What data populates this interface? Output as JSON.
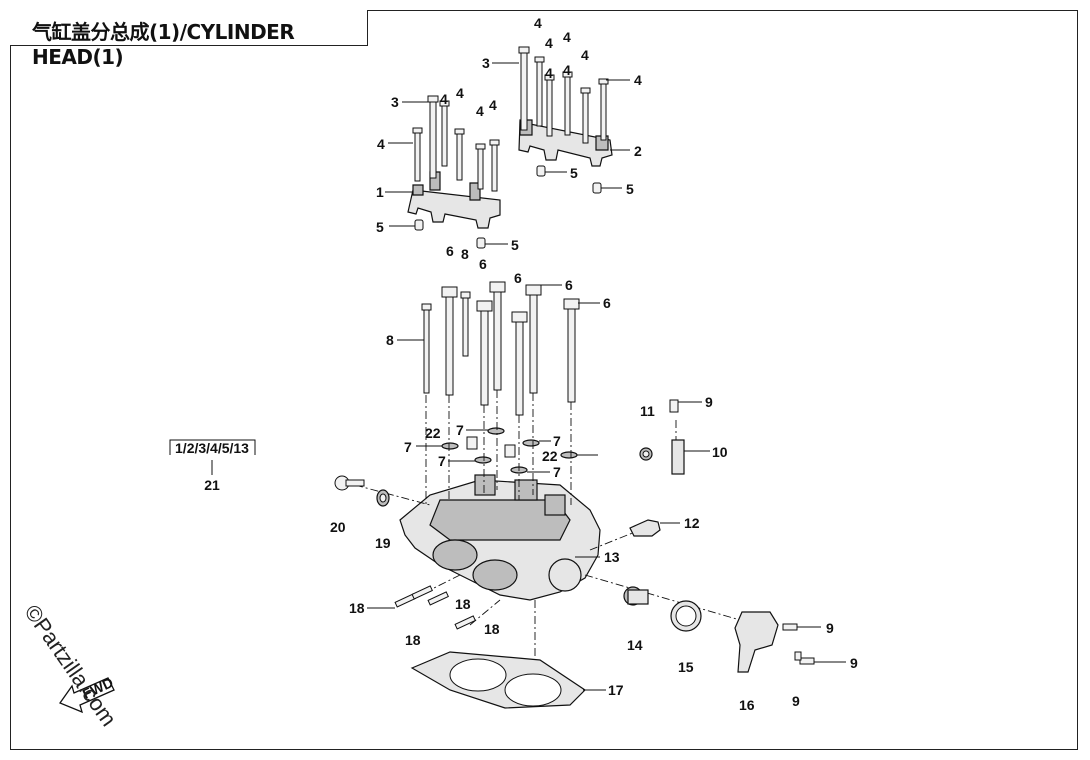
{
  "title": "气缸盖分总成(1)/CYLINDER HEAD(1)",
  "watermark": "©Partzilla.com",
  "fwd_label": "FWD",
  "kit": {
    "parts": "1/2/3/4/5/13",
    "number": "21"
  },
  "callouts": [
    {
      "n": "1"
    },
    {
      "n": "2"
    },
    {
      "n": "3"
    },
    {
      "n": "3"
    },
    {
      "n": "4"
    },
    {
      "n": "4"
    },
    {
      "n": "4"
    },
    {
      "n": "4"
    },
    {
      "n": "4"
    },
    {
      "n": "4"
    },
    {
      "n": "4"
    },
    {
      "n": "4"
    },
    {
      "n": "4"
    },
    {
      "n": "4"
    },
    {
      "n": "4"
    },
    {
      "n": "4"
    },
    {
      "n": "5"
    },
    {
      "n": "5"
    },
    {
      "n": "5"
    },
    {
      "n": "5"
    },
    {
      "n": "6"
    },
    {
      "n": "6"
    },
    {
      "n": "6"
    },
    {
      "n": "6"
    },
    {
      "n": "6"
    },
    {
      "n": "7"
    },
    {
      "n": "7"
    },
    {
      "n": "7"
    },
    {
      "n": "7"
    },
    {
      "n": "7"
    },
    {
      "n": "8"
    },
    {
      "n": "8"
    },
    {
      "n": "9"
    },
    {
      "n": "9"
    },
    {
      "n": "9"
    },
    {
      "n": "9"
    },
    {
      "n": "10"
    },
    {
      "n": "11"
    },
    {
      "n": "12"
    },
    {
      "n": "13"
    },
    {
      "n": "14"
    },
    {
      "n": "15"
    },
    {
      "n": "16"
    },
    {
      "n": "17"
    },
    {
      "n": "18"
    },
    {
      "n": "18"
    },
    {
      "n": "18"
    },
    {
      "n": "18"
    },
    {
      "n": "19"
    },
    {
      "n": "20"
    },
    {
      "n": "22"
    },
    {
      "n": "22"
    }
  ]
}
